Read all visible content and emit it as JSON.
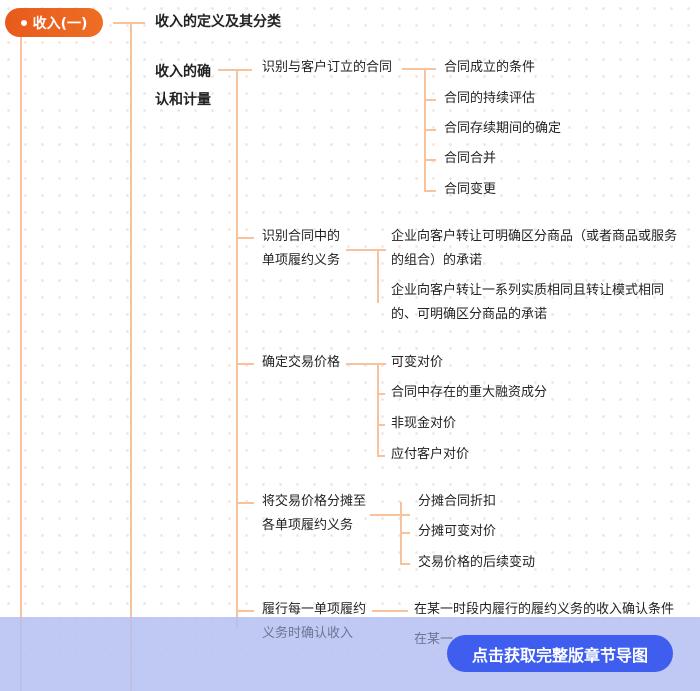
{
  "root": {
    "label": "收入(一)"
  },
  "branches": {
    "definition": "收入的定义及其分类",
    "recognition": [
      "收入的确",
      "认和计量"
    ],
    "contract": {
      "label": "识别与客户订立的合同",
      "children": [
        "合同成立的条件",
        "合同的持续评估",
        "合同存续期间的确定",
        "合同合并",
        "合同变更"
      ]
    },
    "obligation": {
      "label": [
        "识别合同中的",
        "单项履约义务"
      ],
      "children": [
        [
          "企业向客户转让可明确区分商品（或者商品或服务",
          "的组合）的承诺"
        ],
        [
          "企业向客户转让一系列实质相同且转让模式相同",
          "的、可明确区分商品的承诺"
        ]
      ]
    },
    "price": {
      "label": "确定交易价格",
      "children": [
        "可变对价",
        "合同中存在的重大融资成分",
        "非现金对价",
        "应付客户对价"
      ]
    },
    "allocate": {
      "label": [
        "将交易价格分摊至",
        "各单项履约义务"
      ],
      "children": [
        "分摊合同折扣",
        "分摊可变对价",
        "交易价格的后续变动"
      ]
    },
    "perform": {
      "label": [
        "履行每一单项履约",
        "义务时确认收入"
      ],
      "children": [
        "在某一时段内履行的履约义务的收入确认条件",
        "在某一"
      ]
    }
  },
  "cta": {
    "label": "点击获取完整版章节导图"
  },
  "colors": {
    "root": "#e85a1c",
    "line": "#f7c29c",
    "cta": "#3f5ef0"
  }
}
